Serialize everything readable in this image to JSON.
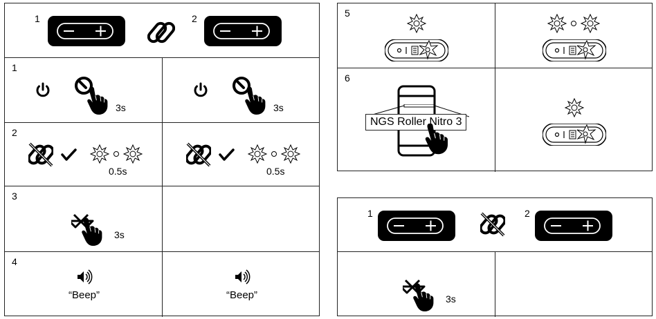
{
  "left_panel": {
    "top_row": {
      "device_a_number": "1",
      "device_b_number": "2"
    },
    "step1": {
      "number": "1",
      "hold_time_left": "3s",
      "hold_time_right": "3s"
    },
    "step2": {
      "number": "2",
      "blink_interval_left": "0.5s",
      "blink_interval_right": "0.5s"
    },
    "step3": {
      "number": "3",
      "hold_time": "3s"
    },
    "step4": {
      "number": "4",
      "sound_left": "“Beep”",
      "sound_right": "“Beep”"
    }
  },
  "right_panel": {
    "step5": {
      "number": "5"
    },
    "step6": {
      "number": "6",
      "device_name": "NGS Roller Nitro 3"
    }
  },
  "bottom_right_panel": {
    "top_row": {
      "device_a_number": "1",
      "device_b_number": "2"
    },
    "step": {
      "hold_time": "3s"
    }
  },
  "icons": {
    "speaker_plus": "plus-icon",
    "speaker_minus": "minus-icon",
    "link": "link-icon",
    "unlink": "unlink-icon",
    "power": "power-icon",
    "hand": "hand-press-icon",
    "check": "check-icon",
    "blink": "blink-star-icon",
    "speaker": "speaker-volume-icon",
    "bluetooth": "bluetooth-icon",
    "phone": "phone-icon"
  }
}
